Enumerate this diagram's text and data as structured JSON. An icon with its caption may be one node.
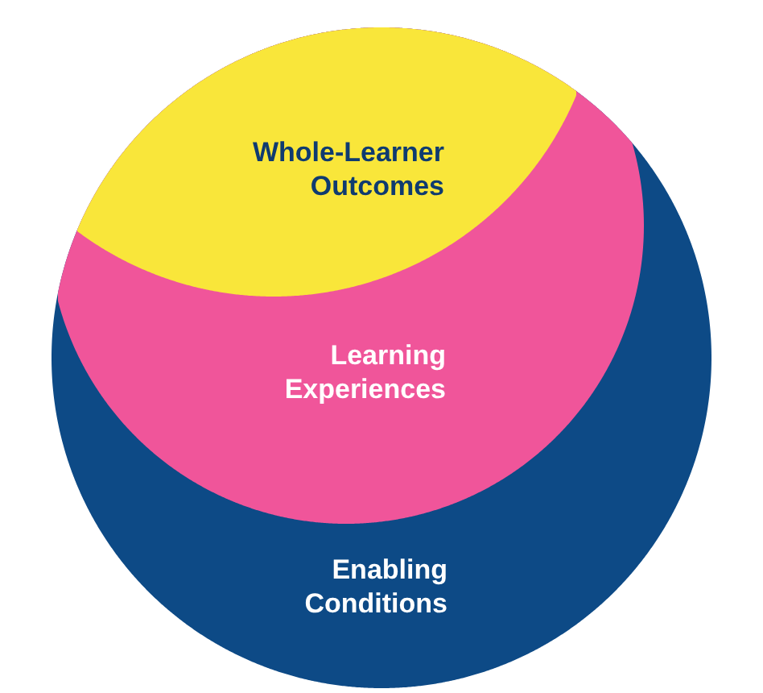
{
  "diagram": {
    "nodes": [
      {
        "text": [
          "Enabling Conditions"
        ]
      },
      {
        "text": [
          "Learning Experiences"
        ],
        "in": 0
      },
      {
        "text": [
          "Whole-Learner Outcomes"
        ],
        "in": 1
      }
    ]
  }
}
